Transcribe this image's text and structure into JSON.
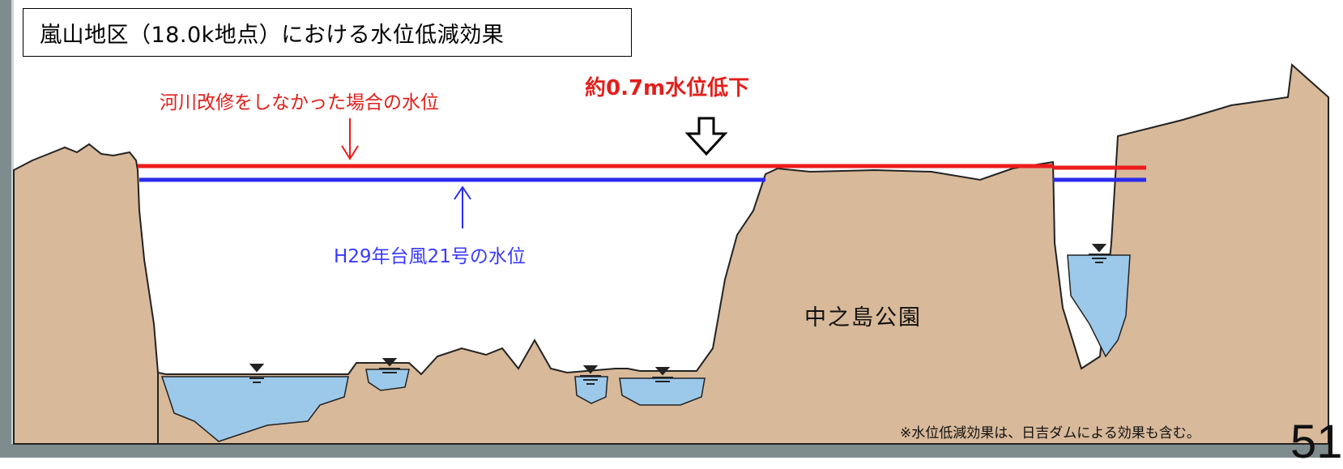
{
  "title": "嵐山地区（18.0k地点）における水位低減効果",
  "labels": {
    "without_improvement": "河川改修をしなかった場合の水位",
    "reduction": "約0.7m水位低下",
    "typhoon_level": "H29年台風21号の水位",
    "park": "中之島公園",
    "note": "※水位低減効果は、日吉ダムによる効果も含む。",
    "page_number": "51"
  },
  "colors": {
    "ground": "#d8b99a",
    "water": "#9cc9ea",
    "red_line": "#ee1c1c",
    "blue_line": "#2a2aee",
    "frame": "#7f8c8d"
  },
  "icons": [
    "down-arrow-icon",
    "red-arrow-icon",
    "blue-arrow-icon",
    "water-level-marker-icon"
  ]
}
